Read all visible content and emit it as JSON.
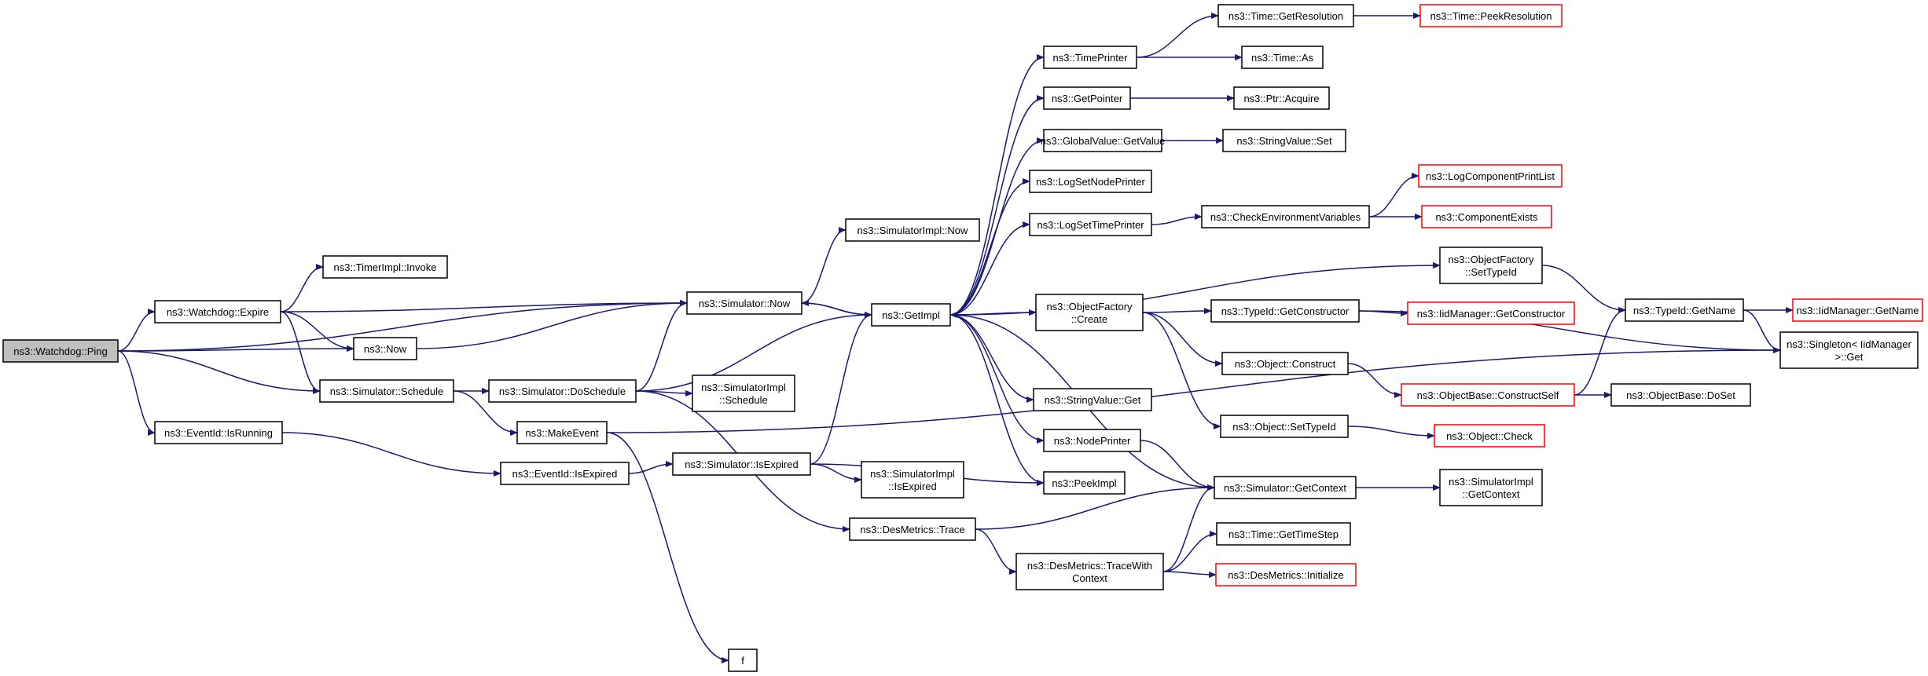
{
  "diagram": {
    "type": "call-graph",
    "colors": {
      "edge": "#191970",
      "node_border_default": "#000000",
      "node_border_external": "#ff0000",
      "node_fill_default": "#ffffff",
      "node_fill_root": "#bfbfbf"
    },
    "nodes": [
      {
        "id": "ping",
        "lines": [
          "ns3::Watchdog::Ping"
        ],
        "style": "root"
      },
      {
        "id": "expire",
        "lines": [
          "ns3::Watchdog::Expire"
        ],
        "style": "default"
      },
      {
        "id": "eventid_isrunning",
        "lines": [
          "ns3::EventId::IsRunning"
        ],
        "style": "default"
      },
      {
        "id": "timerimpl_invoke",
        "lines": [
          "ns3::TimerImpl::Invoke"
        ],
        "style": "default"
      },
      {
        "id": "now",
        "lines": [
          "ns3::Now"
        ],
        "style": "default"
      },
      {
        "id": "sim_schedule",
        "lines": [
          "ns3::Simulator::Schedule"
        ],
        "style": "default"
      },
      {
        "id": "sim_doschedule",
        "lines": [
          "ns3::Simulator::DoSchedule"
        ],
        "style": "default"
      },
      {
        "id": "makeevent",
        "lines": [
          "ns3::MakeEvent"
        ],
        "style": "default"
      },
      {
        "id": "eventid_isexpired",
        "lines": [
          "ns3::EventId::IsExpired"
        ],
        "style": "default"
      },
      {
        "id": "f",
        "lines": [
          "f"
        ],
        "style": "default"
      },
      {
        "id": "sim_now",
        "lines": [
          "ns3::Simulator::Now"
        ],
        "style": "default"
      },
      {
        "id": "simimpl_now",
        "lines": [
          "ns3::SimulatorImpl::Now"
        ],
        "style": "default"
      },
      {
        "id": "simimpl_schedule",
        "lines": [
          "ns3::SimulatorImpl",
          "::Schedule"
        ],
        "style": "default"
      },
      {
        "id": "sim_isexpired",
        "lines": [
          "ns3::Simulator::IsExpired"
        ],
        "style": "default"
      },
      {
        "id": "simimpl_isexpired",
        "lines": [
          "ns3::SimulatorImpl",
          "::IsExpired"
        ],
        "style": "default"
      },
      {
        "id": "desmetrics_trace",
        "lines": [
          "ns3::DesMetrics::Trace"
        ],
        "style": "default"
      },
      {
        "id": "getimpl",
        "lines": [
          "ns3::GetImpl"
        ],
        "style": "default"
      },
      {
        "id": "timeprinter",
        "lines": [
          "ns3::TimePrinter"
        ],
        "style": "default"
      },
      {
        "id": "getpointer",
        "lines": [
          "ns3::GetPointer"
        ],
        "style": "default"
      },
      {
        "id": "gv_getvalue",
        "lines": [
          "ns3::GlobalValue::GetValue"
        ],
        "style": "default"
      },
      {
        "id": "logsetnodeprinter",
        "lines": [
          "ns3::LogSetNodePrinter"
        ],
        "style": "default"
      },
      {
        "id": "logsettimeprinter",
        "lines": [
          "ns3::LogSetTimePrinter"
        ],
        "style": "default"
      },
      {
        "id": "of_create",
        "lines": [
          "ns3::ObjectFactory",
          "::Create"
        ],
        "style": "default"
      },
      {
        "id": "stringvalue_get",
        "lines": [
          "ns3::StringValue::Get"
        ],
        "style": "default"
      },
      {
        "id": "nodeprinter",
        "lines": [
          "ns3::NodePrinter"
        ],
        "style": "default"
      },
      {
        "id": "peekimpl",
        "lines": [
          "ns3::PeekImpl"
        ],
        "style": "default"
      },
      {
        "id": "dm_tracewithcontext",
        "lines": [
          "ns3::DesMetrics::TraceWith",
          "Context"
        ],
        "style": "default"
      },
      {
        "id": "time_getresolution",
        "lines": [
          "ns3::Time::GetResolution"
        ],
        "style": "default"
      },
      {
        "id": "time_as",
        "lines": [
          "ns3::Time::As"
        ],
        "style": "default"
      },
      {
        "id": "ptr_acquire",
        "lines": [
          "ns3::Ptr::Acquire"
        ],
        "style": "default"
      },
      {
        "id": "stringvalue_set",
        "lines": [
          "ns3::StringValue::Set"
        ],
        "style": "default"
      },
      {
        "id": "checkenvvars",
        "lines": [
          "ns3::CheckEnvironmentVariables"
        ],
        "style": "default"
      },
      {
        "id": "typeid_getconstructor",
        "lines": [
          "ns3::TypeId::GetConstructor"
        ],
        "style": "default"
      },
      {
        "id": "object_construct",
        "lines": [
          "ns3::Object::Construct"
        ],
        "style": "default"
      },
      {
        "id": "object_settypeid",
        "lines": [
          "ns3::Object::SetTypeId"
        ],
        "style": "default"
      },
      {
        "id": "sim_getcontext",
        "lines": [
          "ns3::Simulator::GetContext"
        ],
        "style": "default"
      },
      {
        "id": "time_gettimestep",
        "lines": [
          "ns3::Time::GetTimeStep"
        ],
        "style": "default"
      },
      {
        "id": "dm_initialize",
        "lines": [
          "ns3::DesMetrics::Initialize"
        ],
        "style": "external"
      },
      {
        "id": "time_peekresolution",
        "lines": [
          "ns3::Time::PeekResolution"
        ],
        "style": "external"
      },
      {
        "id": "logcomponentprintlist",
        "lines": [
          "ns3::LogComponentPrintList"
        ],
        "style": "external"
      },
      {
        "id": "componentexists",
        "lines": [
          "ns3::ComponentExists"
        ],
        "style": "external"
      },
      {
        "id": "of_settypeid",
        "lines": [
          "ns3::ObjectFactory",
          "::SetTypeId"
        ],
        "style": "default"
      },
      {
        "id": "iidmanager_getconstructor",
        "lines": [
          "ns3::IidManager::GetConstructor"
        ],
        "style": "external"
      },
      {
        "id": "objectbase_constructself",
        "lines": [
          "ns3::ObjectBase::ConstructSelf"
        ],
        "style": "external"
      },
      {
        "id": "object_check",
        "lines": [
          "ns3::Object::Check"
        ],
        "style": "external"
      },
      {
        "id": "simimpl_getcontext",
        "lines": [
          "ns3::SimulatorImpl",
          "::GetContext"
        ],
        "style": "default"
      },
      {
        "id": "typeid_getname",
        "lines": [
          "ns3::TypeId::GetName"
        ],
        "style": "default"
      },
      {
        "id": "objectbase_doset",
        "lines": [
          "ns3::ObjectBase::DoSet"
        ],
        "style": "default"
      },
      {
        "id": "iidmanager_getname",
        "lines": [
          "ns3::IidManager::GetName"
        ],
        "style": "external"
      },
      {
        "id": "singleton_get",
        "lines": [
          "ns3::Singleton< IidManager",
          " >::Get"
        ],
        "style": "default"
      }
    ],
    "edges": [
      [
        "ping",
        "sim_now"
      ],
      [
        "ping",
        "expire"
      ],
      [
        "ping",
        "now"
      ],
      [
        "ping",
        "sim_schedule"
      ],
      [
        "ping",
        "eventid_isrunning"
      ],
      [
        "expire",
        "timerimpl_invoke"
      ],
      [
        "expire",
        "sim_now"
      ],
      [
        "expire",
        "now"
      ],
      [
        "expire",
        "sim_schedule"
      ],
      [
        "now",
        "sim_now"
      ],
      [
        "sim_schedule",
        "sim_doschedule"
      ],
      [
        "sim_schedule",
        "makeevent"
      ],
      [
        "sim_doschedule",
        "sim_now"
      ],
      [
        "sim_doschedule",
        "getimpl"
      ],
      [
        "sim_doschedule",
        "simimpl_schedule"
      ],
      [
        "sim_doschedule",
        "desmetrics_trace"
      ],
      [
        "makeevent",
        "singleton_get"
      ],
      [
        "eventid_isrunning",
        "eventid_isexpired"
      ],
      [
        "eventid_isexpired",
        "sim_isexpired"
      ],
      [
        "sim_isexpired",
        "getimpl"
      ],
      [
        "sim_isexpired",
        "simimpl_isexpired"
      ],
      [
        "sim_isexpired",
        "peekimpl"
      ],
      [
        "sim_now",
        "getimpl"
      ],
      [
        "sim_now",
        "simimpl_now"
      ],
      [
        "getimpl",
        "sim_now"
      ],
      [
        "getimpl",
        "timeprinter"
      ],
      [
        "getimpl",
        "getpointer"
      ],
      [
        "getimpl",
        "gv_getvalue"
      ],
      [
        "getimpl",
        "logsetnodeprinter"
      ],
      [
        "getimpl",
        "logsettimeprinter"
      ],
      [
        "getimpl",
        "of_settypeid"
      ],
      [
        "getimpl",
        "of_create"
      ],
      [
        "getimpl",
        "stringvalue_get"
      ],
      [
        "getimpl",
        "nodeprinter"
      ],
      [
        "getimpl",
        "peekimpl"
      ],
      [
        "timeprinter",
        "time_getresolution"
      ],
      [
        "timeprinter",
        "time_as"
      ],
      [
        "time_getresolution",
        "time_peekresolution"
      ],
      [
        "getpointer",
        "ptr_acquire"
      ],
      [
        "gv_getvalue",
        "stringvalue_set"
      ],
      [
        "logsettimeprinter",
        "checkenvvars"
      ],
      [
        "checkenvvars",
        "logcomponentprintlist"
      ],
      [
        "checkenvvars",
        "componentexists"
      ],
      [
        "of_create",
        "typeid_getconstructor"
      ],
      [
        "of_create",
        "object_construct"
      ],
      [
        "of_create",
        "object_settypeid"
      ],
      [
        "typeid_getconstructor",
        "iidmanager_getconstructor"
      ],
      [
        "typeid_getconstructor",
        "singleton_get"
      ],
      [
        "object_construct",
        "objectbase_constructself"
      ],
      [
        "objectbase_constructself",
        "typeid_getname"
      ],
      [
        "objectbase_constructself",
        "objectbase_doset"
      ],
      [
        "object_settypeid",
        "object_check"
      ],
      [
        "of_settypeid",
        "typeid_getname"
      ],
      [
        "typeid_getname",
        "iidmanager_getname"
      ],
      [
        "typeid_getname",
        "singleton_get"
      ],
      [
        "nodeprinter",
        "sim_getcontext"
      ],
      [
        "sim_getcontext",
        "getimpl"
      ],
      [
        "sim_getcontext",
        "simimpl_getcontext"
      ],
      [
        "desmetrics_trace",
        "sim_getcontext"
      ],
      [
        "desmetrics_trace",
        "dm_tracewithcontext"
      ],
      [
        "dm_tracewithcontext",
        "sim_getcontext"
      ],
      [
        "dm_tracewithcontext",
        "time_gettimestep"
      ],
      [
        "dm_tracewithcontext",
        "dm_initialize"
      ],
      [
        "makeevent",
        "f"
      ]
    ]
  }
}
